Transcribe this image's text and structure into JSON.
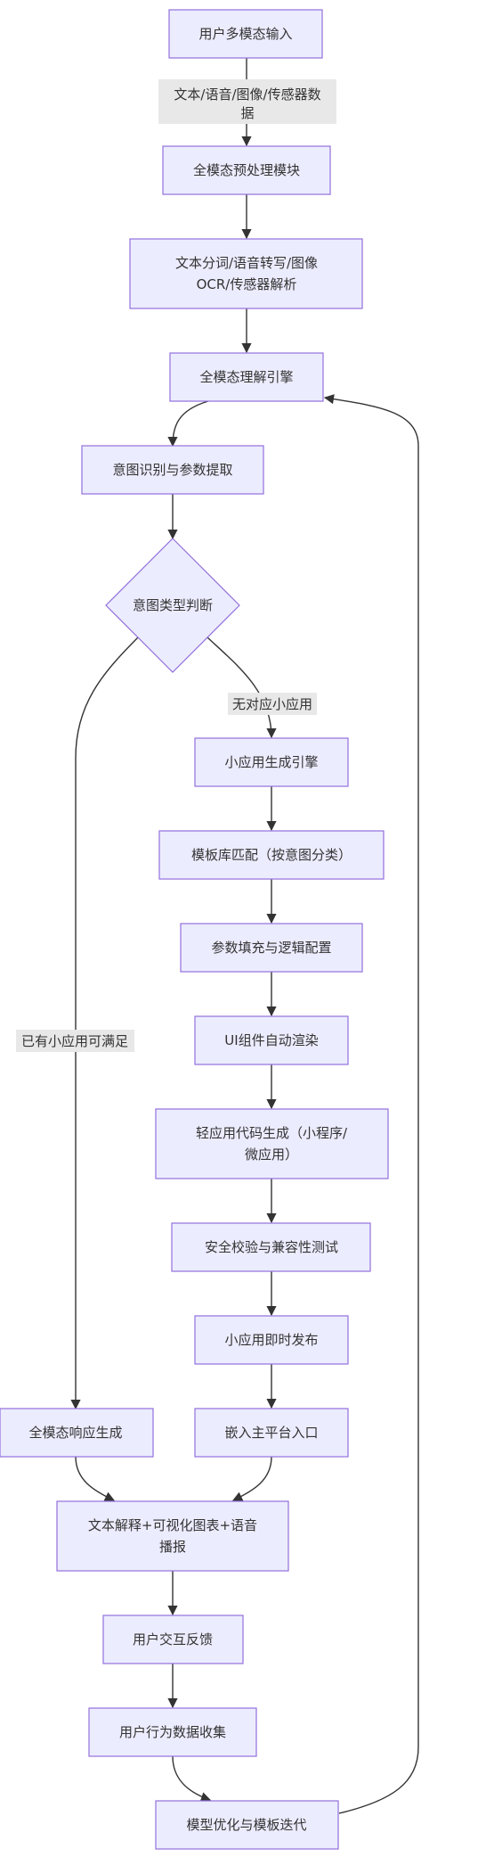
{
  "nodes": {
    "multimodal_input": "用户多模态输入",
    "preprocess": "全模态预处理模块",
    "parse": [
      "文本分词/语音转写/图像",
      "OCR/传感器解析"
    ],
    "understanding": "全模态理解引擎",
    "intent_extract": "意图识别与参数提取",
    "intent_decision": "意图类型判断",
    "miniapp_engine": "小应用生成引擎",
    "template_match": "模板库匹配（按意图分类）",
    "param_fill": "参数填充与逻辑配置",
    "ui_render": "UI组件自动渲染",
    "codegen": [
      "轻应用代码生成（小程序/",
      "微应用）"
    ],
    "security_test": "安全校验与兼容性测试",
    "instant_publish": "小应用即时发布",
    "embed_entry": "嵌入主平台入口",
    "multimodal_response": "全模态响应生成",
    "output": [
      "文本解释+可视化图表+语音",
      "播报"
    ],
    "feedback": "用户交互反馈",
    "behavior_collect": "用户行为数据收集",
    "model_optimize": "模型优化与模板迭代"
  },
  "edge_labels": {
    "input_types": [
      "文本/语音/图像/传感器数",
      "据"
    ],
    "no_miniapp": "无对应小应用",
    "has_miniapp": "已有小应用可满足"
  }
}
